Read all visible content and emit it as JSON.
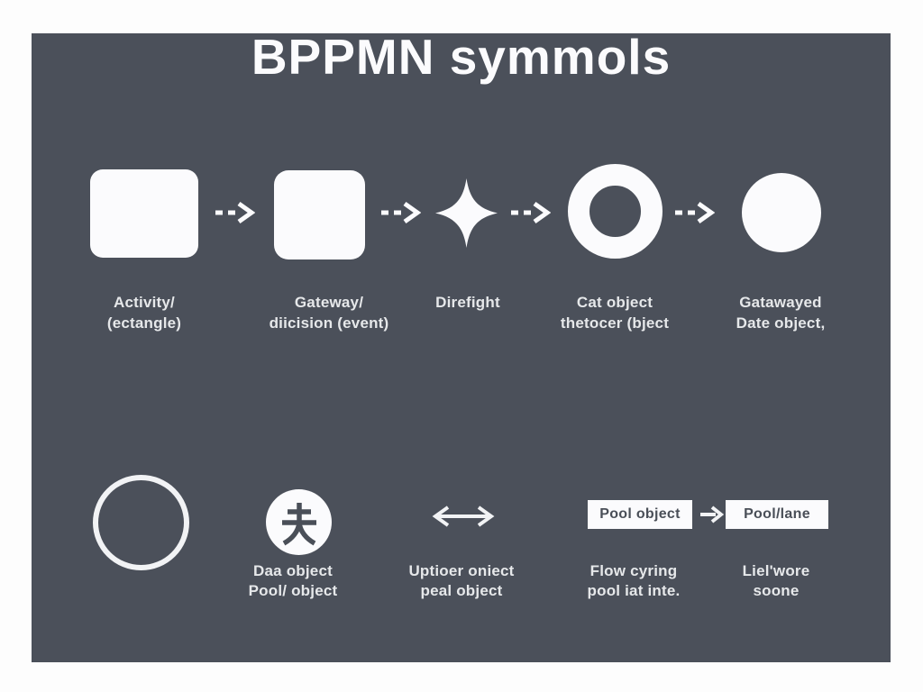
{
  "title": "BPPMN symmols",
  "colors": {
    "page_margin": "#fdfdfd",
    "panel_background": "#4b505a",
    "shape_fill": "#fbfbfd",
    "label_text": "#e6e8ea",
    "box_text": "#4a4f58"
  },
  "row1": {
    "labels": [
      "Activity/\n(ectangle)",
      "Gateway/\ndiicision (event)",
      "Direfight",
      "Cat object\nthetocer (bject",
      "Gatawayed\nDate object,"
    ],
    "shapes": [
      "rounded-rectangle",
      "rounded-square",
      "concave-diamond",
      "ring",
      "filled-circle"
    ],
    "connector": "dashed-arrow-right"
  },
  "row2": {
    "labels": [
      "Daa object\nPool/ object",
      "Uptioer oniect\npeal object",
      "Flow cyring\npool iat inte.",
      "Liel'wore\nsoone"
    ],
    "shapes": [
      "outlined-circle",
      "kanji-glyph-circle",
      "double-headed-arrow",
      "pool-flow-boxes"
    ],
    "boxes": {
      "box1": "Pool object",
      "box2": "Pool/lane"
    }
  },
  "icons": {
    "dashed_arrow": "dashed-arrow-right-icon",
    "double_arrow": "left-right-arrow-icon",
    "solid_arrow": "right-arrow-icon",
    "glyph": "kanji-fu-glyph-icon"
  }
}
